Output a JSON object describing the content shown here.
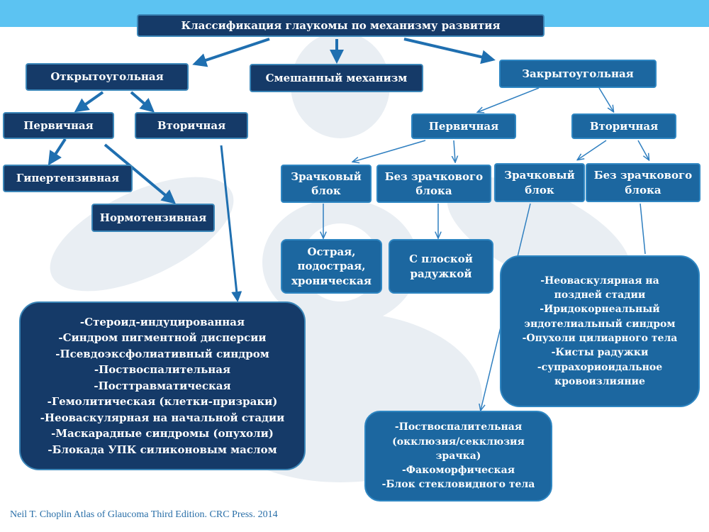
{
  "title": "Классификация глаукомы по механизму развития",
  "open_angle": {
    "label": "Открытоугольная",
    "primary": "Первичная",
    "secondary": "Вторичная",
    "hypertensive": "Гипертензивная",
    "normotensive": "Нормотензивная",
    "secondary_list": [
      "-Стероид-индуцированная",
      "-Синдром пигментной дисперсии",
      "-Псевдоэксфолиативный синдром",
      "-Поствоспалительная",
      "-Посттравматическая",
      "-Гемолитическая (клетки-призраки)",
      "-Неоваскулярная на начальной стадии",
      "-Маскарадные синдромы (опухоли)",
      "-Блокада УПК силиконовым маслом"
    ]
  },
  "mixed": {
    "label": "Смешанный механизм"
  },
  "closed_angle": {
    "label": "Закрытоугольная",
    "primary": {
      "label": "Первичная",
      "pupil_block": [
        "Зрачковый",
        "блок"
      ],
      "no_pupil_block": [
        "Без зрачкового",
        "блока"
      ],
      "pupil_block_types": [
        "Острая,",
        "подострая,",
        "хроническая"
      ],
      "plateau_iris": [
        "С плоской",
        "радужкой"
      ]
    },
    "secondary": {
      "label": "Вторичная",
      "pupil_block": [
        "Зрачковый",
        "блок"
      ],
      "no_pupil_block": [
        "Без зрачкового",
        "блока"
      ],
      "pupil_block_list": [
        "-Поствоспалительная",
        "(окклюзия/секклюзия",
        "зрачка)",
        "-Факоморфическая",
        "-Блок стекловидного тела"
      ],
      "no_pupil_block_list": [
        "-Неоваскулярная на",
        "поздней стадии",
        "-Иридокорнеальный",
        "эндотелиальный синдром",
        "-Опухоли цилиарного тела",
        "-Кисты радужки",
        "-супрахориоидальное",
        "кровоизлияние"
      ]
    }
  },
  "source": "Neil T. Choplin Atlas of Glaucoma Third Edition. CRC Press. 2014",
  "colors": {
    "top_bar": "#5cc3f2",
    "dark_box": "#153a68",
    "blue_box": "#1c67a0",
    "arrow": "#1f6fb0"
  }
}
